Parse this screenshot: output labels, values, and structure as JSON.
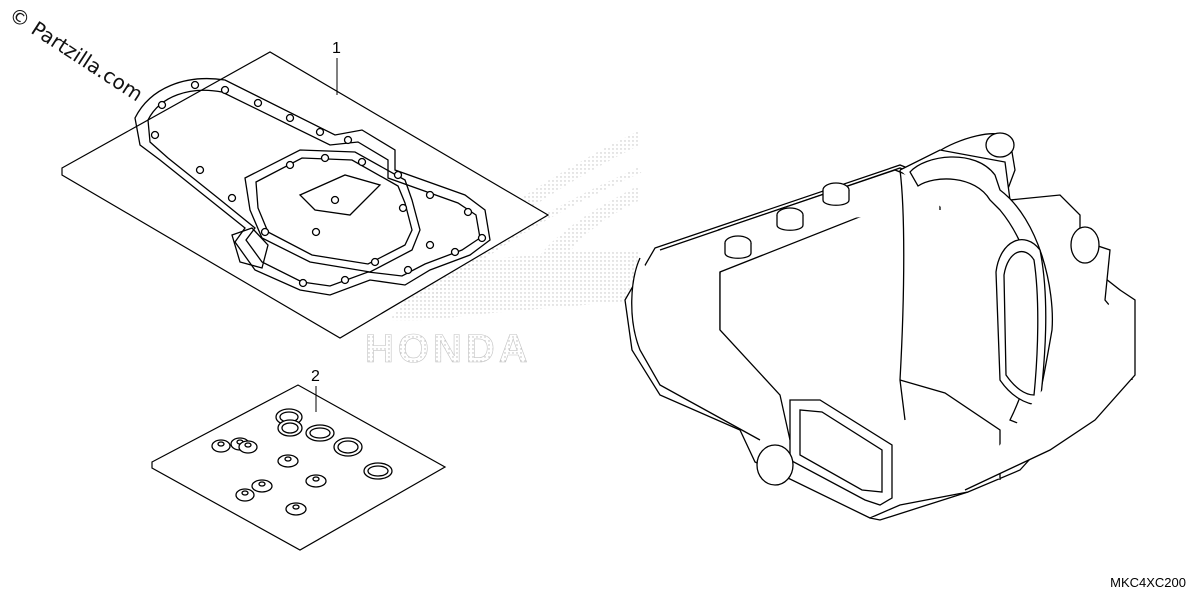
{
  "watermark": "© Partzilla.com",
  "brand_logo": "HONDA",
  "callouts": [
    {
      "label": "1"
    },
    {
      "label": "2"
    }
  ],
  "diagram_code": "MKC4XC200"
}
